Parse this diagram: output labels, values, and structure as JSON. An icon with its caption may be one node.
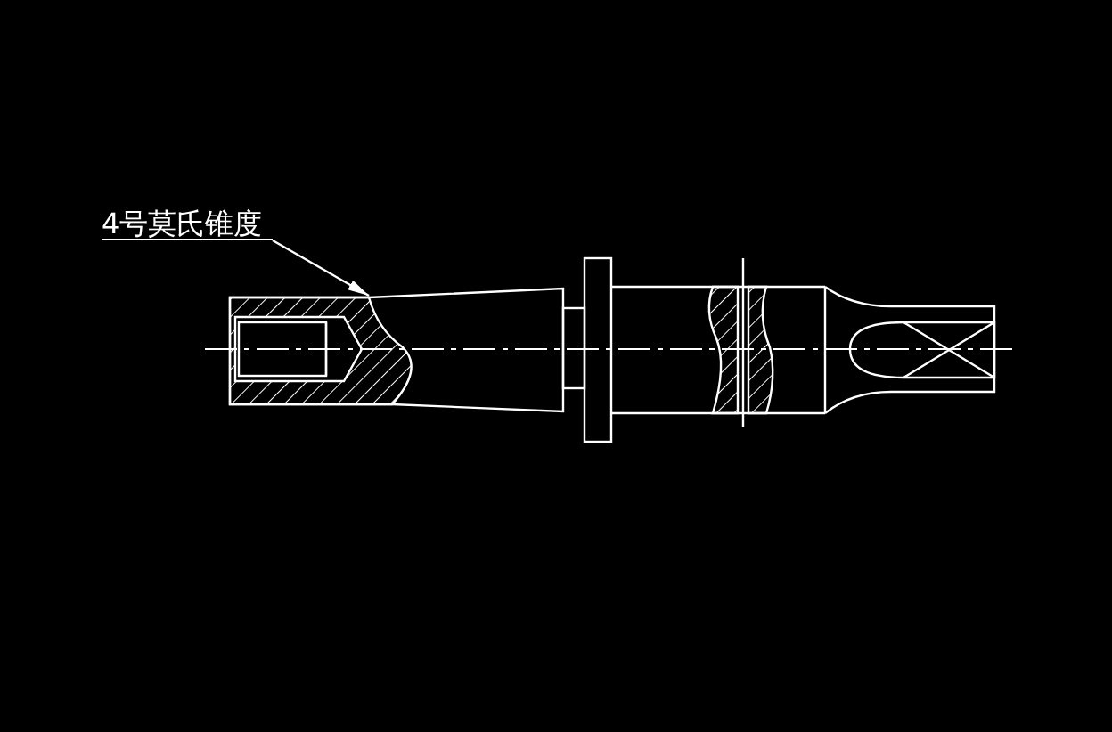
{
  "diagram": {
    "nodes": [
      {
        "text": [
          "4号莫氏锥度"
        ]
      },
      {
        "text": [],
        "shape": "picture"
      }
    ],
    "edges": [
      {
        "from": 0,
        "to": 1,
        "arrow": "to"
      }
    ]
  }
}
